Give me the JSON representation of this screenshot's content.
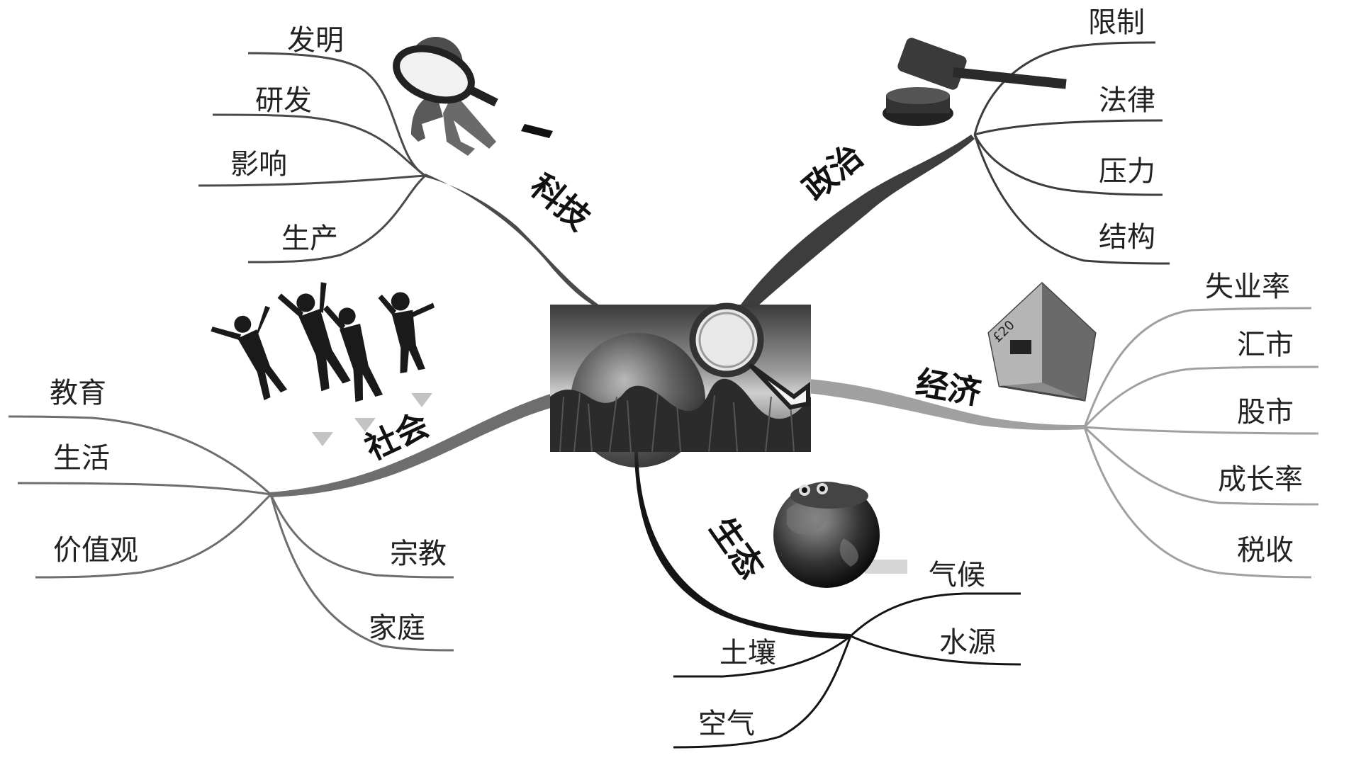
{
  "center": {
    "image": "globe-magnifier-photo"
  },
  "branches": [
    {
      "key": "tech",
      "label": "科技",
      "color": "#4a4a4a",
      "icon": "figure-with-magnifier-icon",
      "items": [
        "发明",
        "研发",
        "影响",
        "生产"
      ]
    },
    {
      "key": "politics",
      "label": "政治",
      "color": "#3d3d3d",
      "icon": "gavel-icon",
      "items": [
        "限制",
        "法律",
        "压力",
        "结构"
      ]
    },
    {
      "key": "economy",
      "label": "经济",
      "color": "#a0a0a0",
      "icon": "money-house-icon",
      "items": [
        "失业率",
        "汇市",
        "股市",
        "成长率",
        "税收"
      ]
    },
    {
      "key": "ecology",
      "label": "生态",
      "color": "#151515",
      "icon": "frog-on-globe-icon",
      "items": [
        "气候",
        "水源",
        "土壤",
        "空气"
      ]
    },
    {
      "key": "society",
      "label": "社会",
      "color": "#6e6e6e",
      "icon": "jumping-people-icon",
      "items": [
        "教育",
        "生活",
        "价值观",
        "宗教",
        "家庭"
      ]
    }
  ]
}
